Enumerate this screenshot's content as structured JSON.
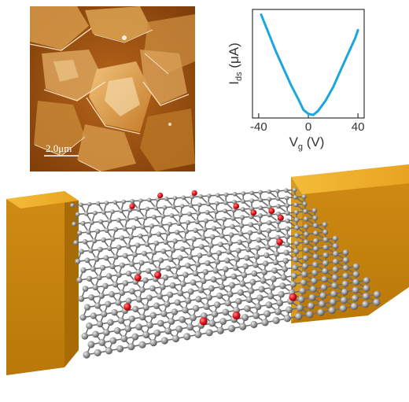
{
  "afm_image": {
    "scale_bar_label": "2.0μm"
  },
  "transfer_plot": {
    "y_label_main": "I",
    "y_label_sub": "ds",
    "y_label_unit": " (μA)",
    "x_label_main": "V",
    "x_label_sub": "g",
    "x_label_unit": " (V)",
    "x_ticks": [
      "-40",
      "0",
      "40"
    ],
    "curve_color": "#1aa7e0"
  },
  "chart_data": {
    "type": "line",
    "x": [
      -38,
      -32,
      -26,
      -20,
      -14,
      -8,
      -4,
      0,
      4,
      8,
      14,
      20,
      26,
      32,
      38,
      40
    ],
    "y": [
      1.0,
      0.82,
      0.64,
      0.48,
      0.32,
      0.18,
      0.08,
      0.04,
      0.03,
      0.07,
      0.17,
      0.3,
      0.46,
      0.62,
      0.78,
      0.85
    ],
    "xlim": [
      -45,
      45
    ],
    "ylim": [
      0,
      1.05
    ],
    "xlabel": "Vg (V)",
    "ylabel": "Ids (μA)",
    "x_tick_labels": [
      "-40",
      "0",
      "40"
    ],
    "grid": false
  },
  "device": {
    "electrode_color": "#e5a520",
    "carbon_color": "#8c8c8c",
    "oxygen_color": "#e0141a"
  }
}
